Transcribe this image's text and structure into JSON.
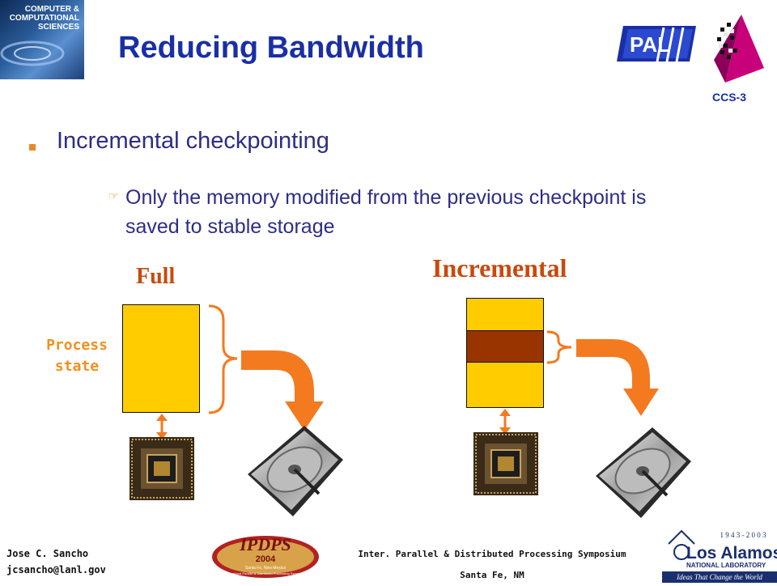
{
  "header": {
    "title": "Reducing Bandwidth",
    "ccs_logo_lines": [
      "COMPUTER &",
      "COMPUTATIONAL",
      "SCIENCES"
    ],
    "pal_logo_text": "PAL",
    "ccs_label": "CCS-3"
  },
  "bullets": {
    "main": "Incremental checkpointing",
    "sub": "Only the memory modified from the previous checkpoint is saved to stable storage"
  },
  "diagram": {
    "full_label": "Full",
    "incremental_label": "Incremental",
    "process_label": "Process state",
    "colors": {
      "memory": "#ffcc00",
      "modified": "#993300",
      "arrow": "#f47a20",
      "brace": "#f47a20"
    }
  },
  "footer": {
    "author_name": "Jose C. Sancho",
    "author_email": "jcsancho@lanl.gov",
    "conference": "Inter. Parallel & Distributed Processing Symposium",
    "location": "Santa Fe, NM",
    "ipdps_logo": {
      "name": "IPDPS",
      "year": "2004",
      "caption1": "Santa Fe, New Mexico",
      "caption2": "International Parallel & Distributed Processing Symposium"
    },
    "lanl_logo": {
      "years": "1 9 4 3 - 2 0 0 3",
      "name": "Los Alamos",
      "sub": "NATIONAL LABORATORY",
      "tagline": "Ideas That Change the World"
    }
  }
}
